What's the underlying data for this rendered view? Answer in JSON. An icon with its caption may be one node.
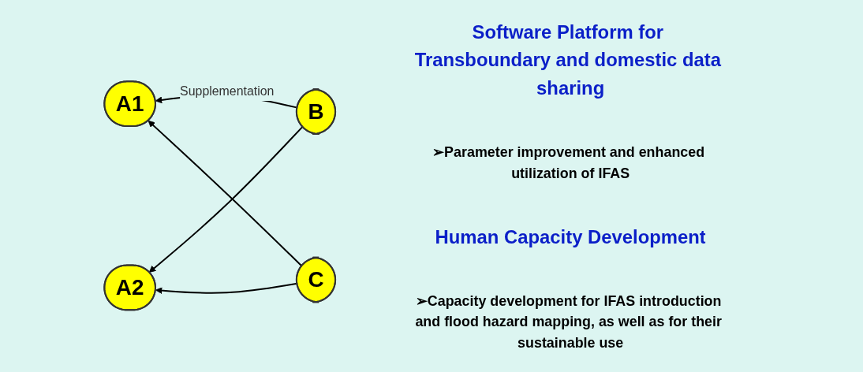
{
  "diagram": {
    "nodes": [
      {
        "text": [
          "A1"
        ]
      },
      {
        "text": [
          "A2"
        ]
      },
      {
        "text": [
          "B"
        ],
        "beside": [
          "Software Platform for Transboundary and domestic data sharing",
          "➢Parameter improvement and enhanced utilization of IFAS"
        ]
      },
      {
        "text": [
          "C"
        ],
        "beside": [
          "Human Capacity Development",
          "➢Capacity development for IFAS introduction and flood hazard mapping, as well as for their sustainable use"
        ]
      }
    ],
    "edges": [
      {
        "from": 2,
        "to": 0,
        "arrow": "to",
        "label": "Supplementation"
      },
      {
        "from": 2,
        "to": 1,
        "arrow": "to"
      },
      {
        "from": 3,
        "to": 0,
        "arrow": "to"
      },
      {
        "from": 3,
        "to": 1,
        "arrow": "to"
      }
    ]
  }
}
